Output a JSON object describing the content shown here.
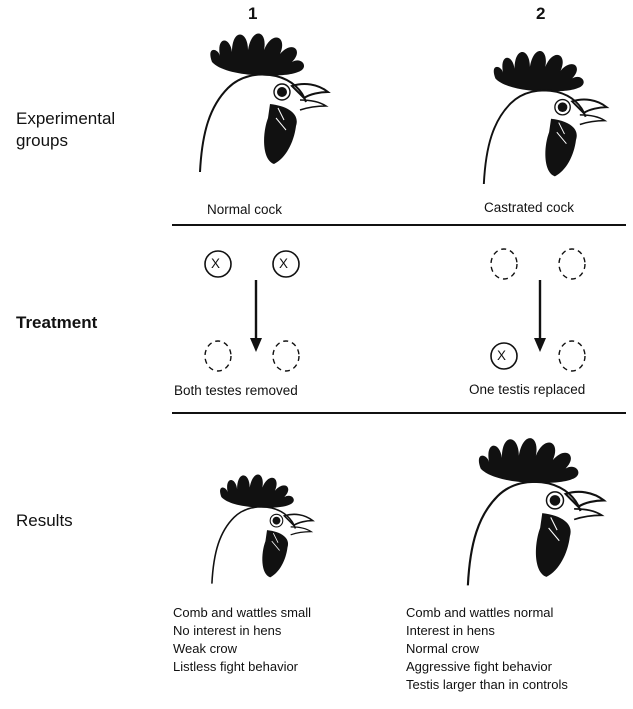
{
  "columns": [
    "1",
    "2"
  ],
  "row_labels": {
    "groups": [
      "Experimental",
      "groups"
    ],
    "treatment": "Treatment",
    "results": "Results"
  },
  "group_captions": {
    "col1": "Normal cock",
    "col2": "Castrated cock"
  },
  "testis_mark": "X",
  "treatment_captions": {
    "col1": "Both testes removed",
    "col2": "One testis replaced"
  },
  "results": {
    "col1": [
      "Comb and wattles small",
      "No interest in hens",
      "Weak crow",
      "Listless fight behavior"
    ],
    "col2": [
      "Comb and wattles normal",
      "Interest in hens",
      "Normal crow",
      "Aggressive fight behavior",
      "Testis larger than in controls"
    ]
  }
}
